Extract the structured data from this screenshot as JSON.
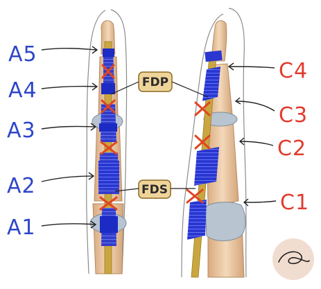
{
  "labels": {
    "annular_pulleys": [
      "A5",
      "A4",
      "A3",
      "A2",
      "A1"
    ],
    "cruciform_pulleys": [
      "C4",
      "C3",
      "C2",
      "C1"
    ],
    "tendons": {
      "fdp": "FDP",
      "fds": "FDS"
    }
  },
  "logo": {
    "name": "signature-logo"
  },
  "colors": {
    "annular": "#2d46c8",
    "cruciform": "#e23b2e",
    "pulley_blue": "#2230c8",
    "bone": "#ecc9a4",
    "bone_shadow": "#c99b6e",
    "tendon": "#c9a640",
    "cross_mark": "#e0451f",
    "fdp_fill": "#efd49a",
    "joint_capsule": "#a9b8c6"
  }
}
